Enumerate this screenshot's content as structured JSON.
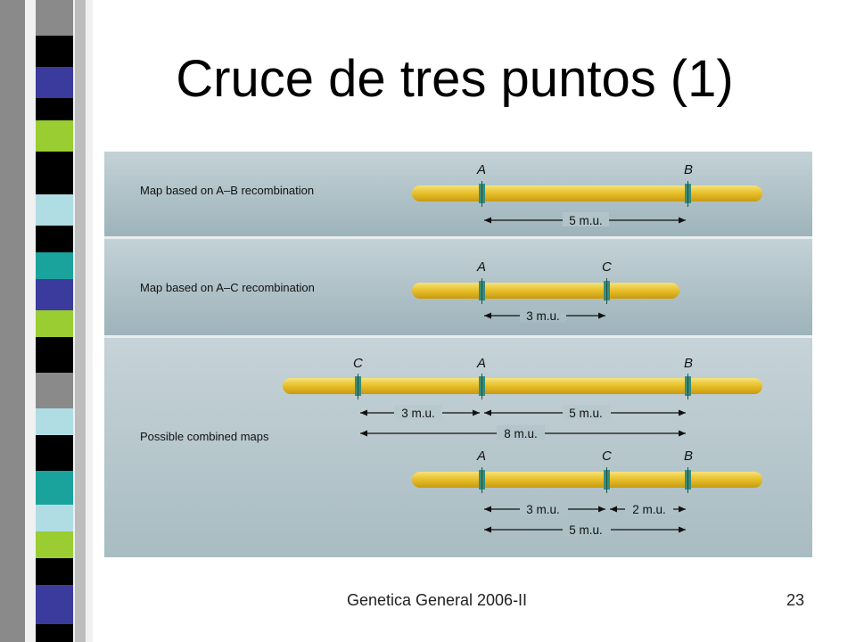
{
  "slide": {
    "title": "Cruce de tres puntos (1)",
    "footer": "Genetica General 2006-II",
    "page_number": "23"
  },
  "figure": {
    "panels": [
      {
        "label": "Map based on A–B recombination",
        "gene_left": "A",
        "gene_right": "B",
        "distance": "5 m.u."
      },
      {
        "label": "Map based on A–C recombination",
        "gene_left": "A",
        "gene_right": "C",
        "distance": "3 m.u."
      },
      {
        "label": "Possible combined maps",
        "map1": {
          "genes": [
            "C",
            "A",
            "B"
          ],
          "distance_ca": "3 m.u.",
          "distance_ab": "5 m.u.",
          "distance_total": "8 m.u."
        },
        "map2": {
          "genes": [
            "A",
            "C",
            "B"
          ],
          "distance_ac": "3 m.u.",
          "distance_cb": "2 m.u.",
          "distance_total": "5 m.u."
        }
      }
    ]
  },
  "colors": {
    "chromosome": "#e8c22c",
    "gene_band": "#3a8c7a",
    "panel_bg_top": "#b4c6cd",
    "panel_bg_bottom": "#8aa4ad"
  }
}
